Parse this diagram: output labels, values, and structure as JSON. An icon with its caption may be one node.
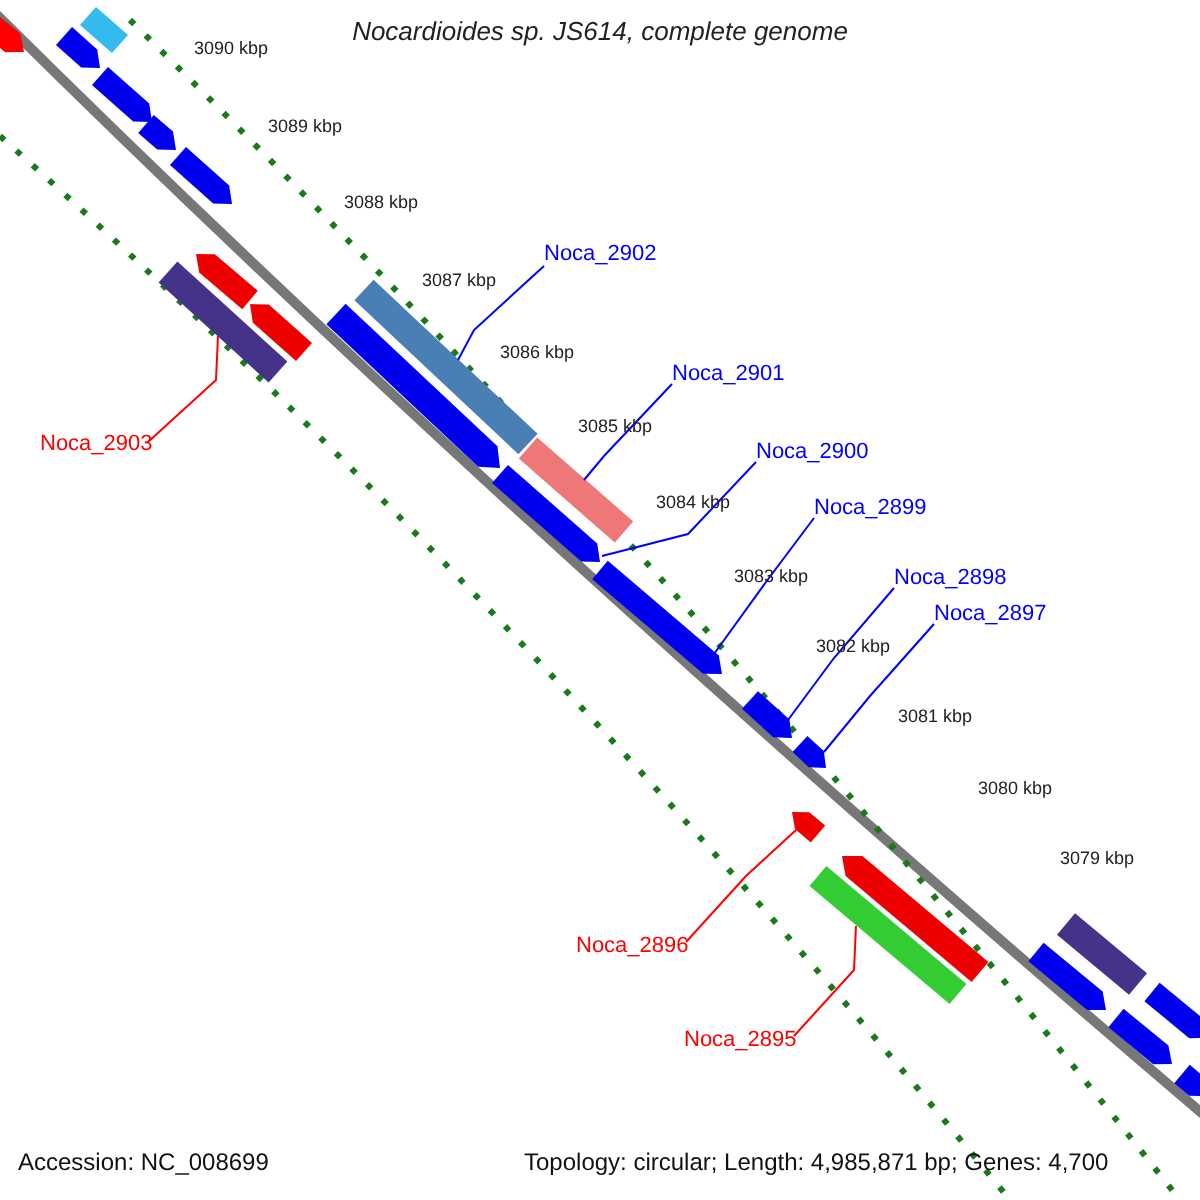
{
  "diagram": {
    "title": "Nocardioides sp. JS614, complete genome",
    "nodes": [
      {
        "text": [
          "Noca_2902"
        ]
      },
      {
        "text": [
          "Noca_2901"
        ]
      },
      {
        "text": [
          "Noca_2900"
        ]
      },
      {
        "text": [
          "Noca_2899"
        ]
      },
      {
        "text": [
          "Noca_2898"
        ]
      },
      {
        "text": [
          "Noca_2897"
        ]
      },
      {
        "text": [
          "Noca_2903"
        ]
      },
      {
        "text": [
          "Noca_2896"
        ]
      },
      {
        "text": [
          "Noca_2895"
        ]
      },
      {
        "text": [],
        "shape": "bar"
      },
      {
        "text": [],
        "shape": "bar"
      },
      {
        "text": [],
        "shape": "arrow"
      },
      {
        "text": [],
        "shape": "arrow"
      },
      {
        "text": [],
        "shape": "arrow"
      },
      {
        "text": [],
        "shape": "arrow"
      },
      {
        "text": [],
        "shape": "bar"
      },
      {
        "text": [],
        "shape": "arrow"
      },
      {
        "text": [],
        "shape": "bar"
      },
      {
        "text": [],
        "shape": "arrow"
      },
      {
        "text": [],
        "shape": "bar"
      },
      {
        "text": [],
        "shape": "arrow"
      },
      {
        "text": [],
        "shape": "arrow"
      },
      {
        "text": [],
        "shape": "arrow"
      },
      {
        "text": [],
        "shape": "arrow"
      },
      {
        "text": [],
        "shape": "arrow"
      },
      {
        "text": [],
        "shape": "arrow"
      },
      {
        "text": [],
        "shape": "arrow"
      },
      {
        "text": [],
        "shape": "bar"
      },
      {
        "text": [],
        "shape": "arrow"
      },
      {
        "text": [],
        "shape": "arrow"
      },
      {
        "text": [],
        "shape": "arrow"
      },
      {
        "text": [],
        "shape": "arrow"
      },
      {
        "text": [],
        "shape": "arrow"
      }
    ],
    "edges": [
      {
        "from": 0,
        "to": 9,
        "arrow": "none"
      },
      {
        "from": 1,
        "to": 10,
        "arrow": "none"
      },
      {
        "from": 2,
        "to": 11,
        "arrow": "none"
      },
      {
        "from": 3,
        "to": 12,
        "arrow": "none"
      },
      {
        "from": 4,
        "to": 13,
        "arrow": "none"
      },
      {
        "from": 5,
        "to": 14,
        "arrow": "none"
      },
      {
        "from": 6,
        "to": 15,
        "arrow": "none",
        "color": "#ff0000"
      },
      {
        "from": 7,
        "to": 16,
        "arrow": "none",
        "color": "#ff0000"
      },
      {
        "from": 8,
        "to": 17,
        "arrow": "none",
        "color": "#ff0000"
      }
    ],
    "labels": [
      "3090 kbp",
      "3089 kbp",
      "3088 kbp",
      "3087 kbp",
      "3086 kbp",
      "3085 kbp",
      "3084 kbp",
      "3083 kbp",
      "3082 kbp",
      "3081 kbp",
      "3080 kbp",
      "3079 kbp",
      "Accession: NC_008699",
      "Topology: circular; Length: 4,985,871 bp; Genes: 4,700"
    ]
  }
}
